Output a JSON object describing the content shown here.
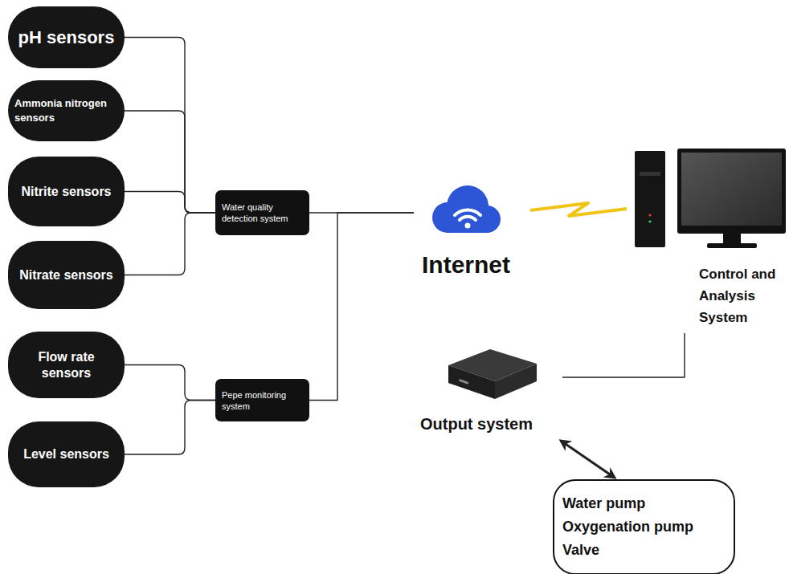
{
  "diagram": {
    "nodes": [
      {
        "text": [
          "pH sensors"
        ]
      },
      {
        "text": [
          "Ammonia nitrogen sensors"
        ]
      },
      {
        "text": [
          "Nitrite sensors"
        ]
      },
      {
        "text": [
          "Nitrate sensors"
        ]
      },
      {
        "text": [
          "Flow rate sensors"
        ]
      },
      {
        "text": [
          "Level sensors"
        ]
      },
      {
        "text": [
          "Water quality detection system"
        ]
      },
      {
        "text": [
          "Pepe monitoring system"
        ]
      },
      {
        "text": [
          "Internet"
        ]
      },
      {
        "text": [
          "Control and Analysis System"
        ]
      },
      {
        "text": [
          "Output system"
        ]
      },
      {
        "text": [
          "Water pump",
          "Oxygenation pump",
          "Valve"
        ]
      }
    ],
    "edges": [
      {
        "from": 0,
        "to": 6,
        "arrow": "none"
      },
      {
        "from": 1,
        "to": 6,
        "arrow": "none"
      },
      {
        "from": 2,
        "to": 6,
        "arrow": "none"
      },
      {
        "from": 3,
        "to": 6,
        "arrow": "none"
      },
      {
        "from": 4,
        "to": 7,
        "arrow": "none"
      },
      {
        "from": 5,
        "to": 7,
        "arrow": "none"
      },
      {
        "from": 6,
        "to": 8,
        "arrow": "none"
      },
      {
        "from": 7,
        "to": 8,
        "arrow": "none"
      },
      {
        "from": 8,
        "to": 9,
        "arrow": "none"
      },
      {
        "from": 9,
        "to": 10,
        "arrow": "none"
      },
      {
        "from": 10,
        "to": 11,
        "arrow": "both"
      }
    ]
  }
}
